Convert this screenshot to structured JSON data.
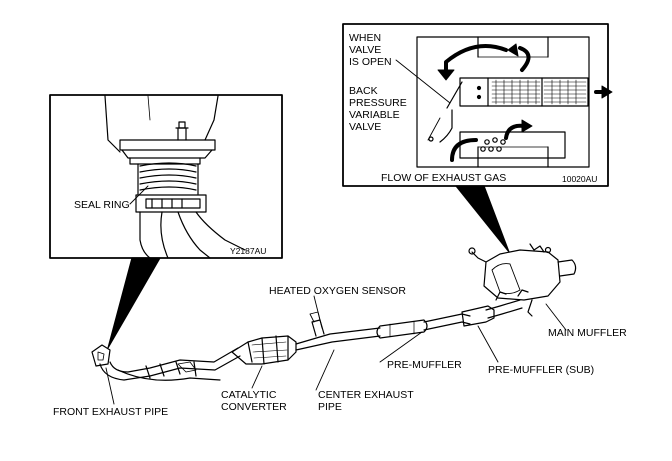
{
  "labels": {
    "seal_ring": "SEAL RING",
    "code_left": "Y2187AU",
    "when_valve_open": "WHEN\nVALVE\nIS OPEN",
    "back_pressure_valve": "BACK\nPRESSURE\nVARIABLE\nVALVE",
    "flow_of_exhaust_gas": "FLOW OF EXHAUST GAS",
    "code_right": "10020AU",
    "heated_oxygen_sensor": "HEATED OXYGEN SENSOR",
    "main_muffler": "MAIN MUFFLER",
    "pre_muffler": "PRE-MUFFLER",
    "pre_muffler_sub": "PRE-MUFFLER (SUB)",
    "catalytic_converter": "CATALYTIC\nCONVERTER",
    "center_exhaust_pipe": "CENTER EXHAUST\nPIPE",
    "front_exhaust_pipe": "FRONT EXHAUST PIPE"
  }
}
